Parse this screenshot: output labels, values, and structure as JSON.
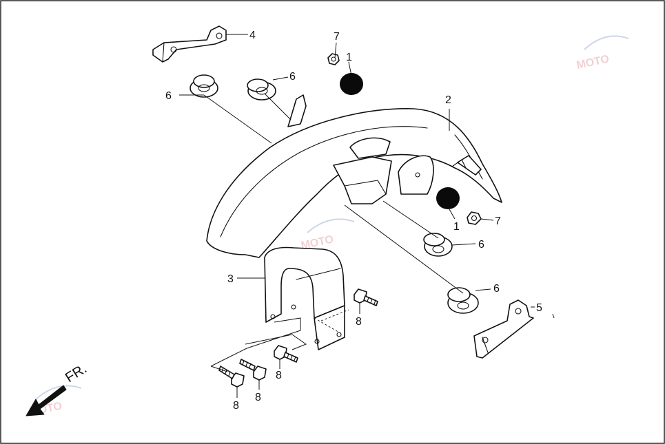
{
  "callouts": {
    "c1a": "1",
    "c1b": "1",
    "c2": "2",
    "c3": "3",
    "c4": "4",
    "c5": "5",
    "c6a": "6",
    "c6b": "6",
    "c6c": "6",
    "c6d": "6",
    "c7a": "7",
    "c7b": "7",
    "c8a": "8",
    "c8b": "8",
    "c8c": "8",
    "c8d": "8"
  },
  "direction": {
    "label": "FR."
  },
  "colors": {
    "line": "#111111",
    "background": "#ffffff",
    "watermark": "#e8a9b2"
  }
}
